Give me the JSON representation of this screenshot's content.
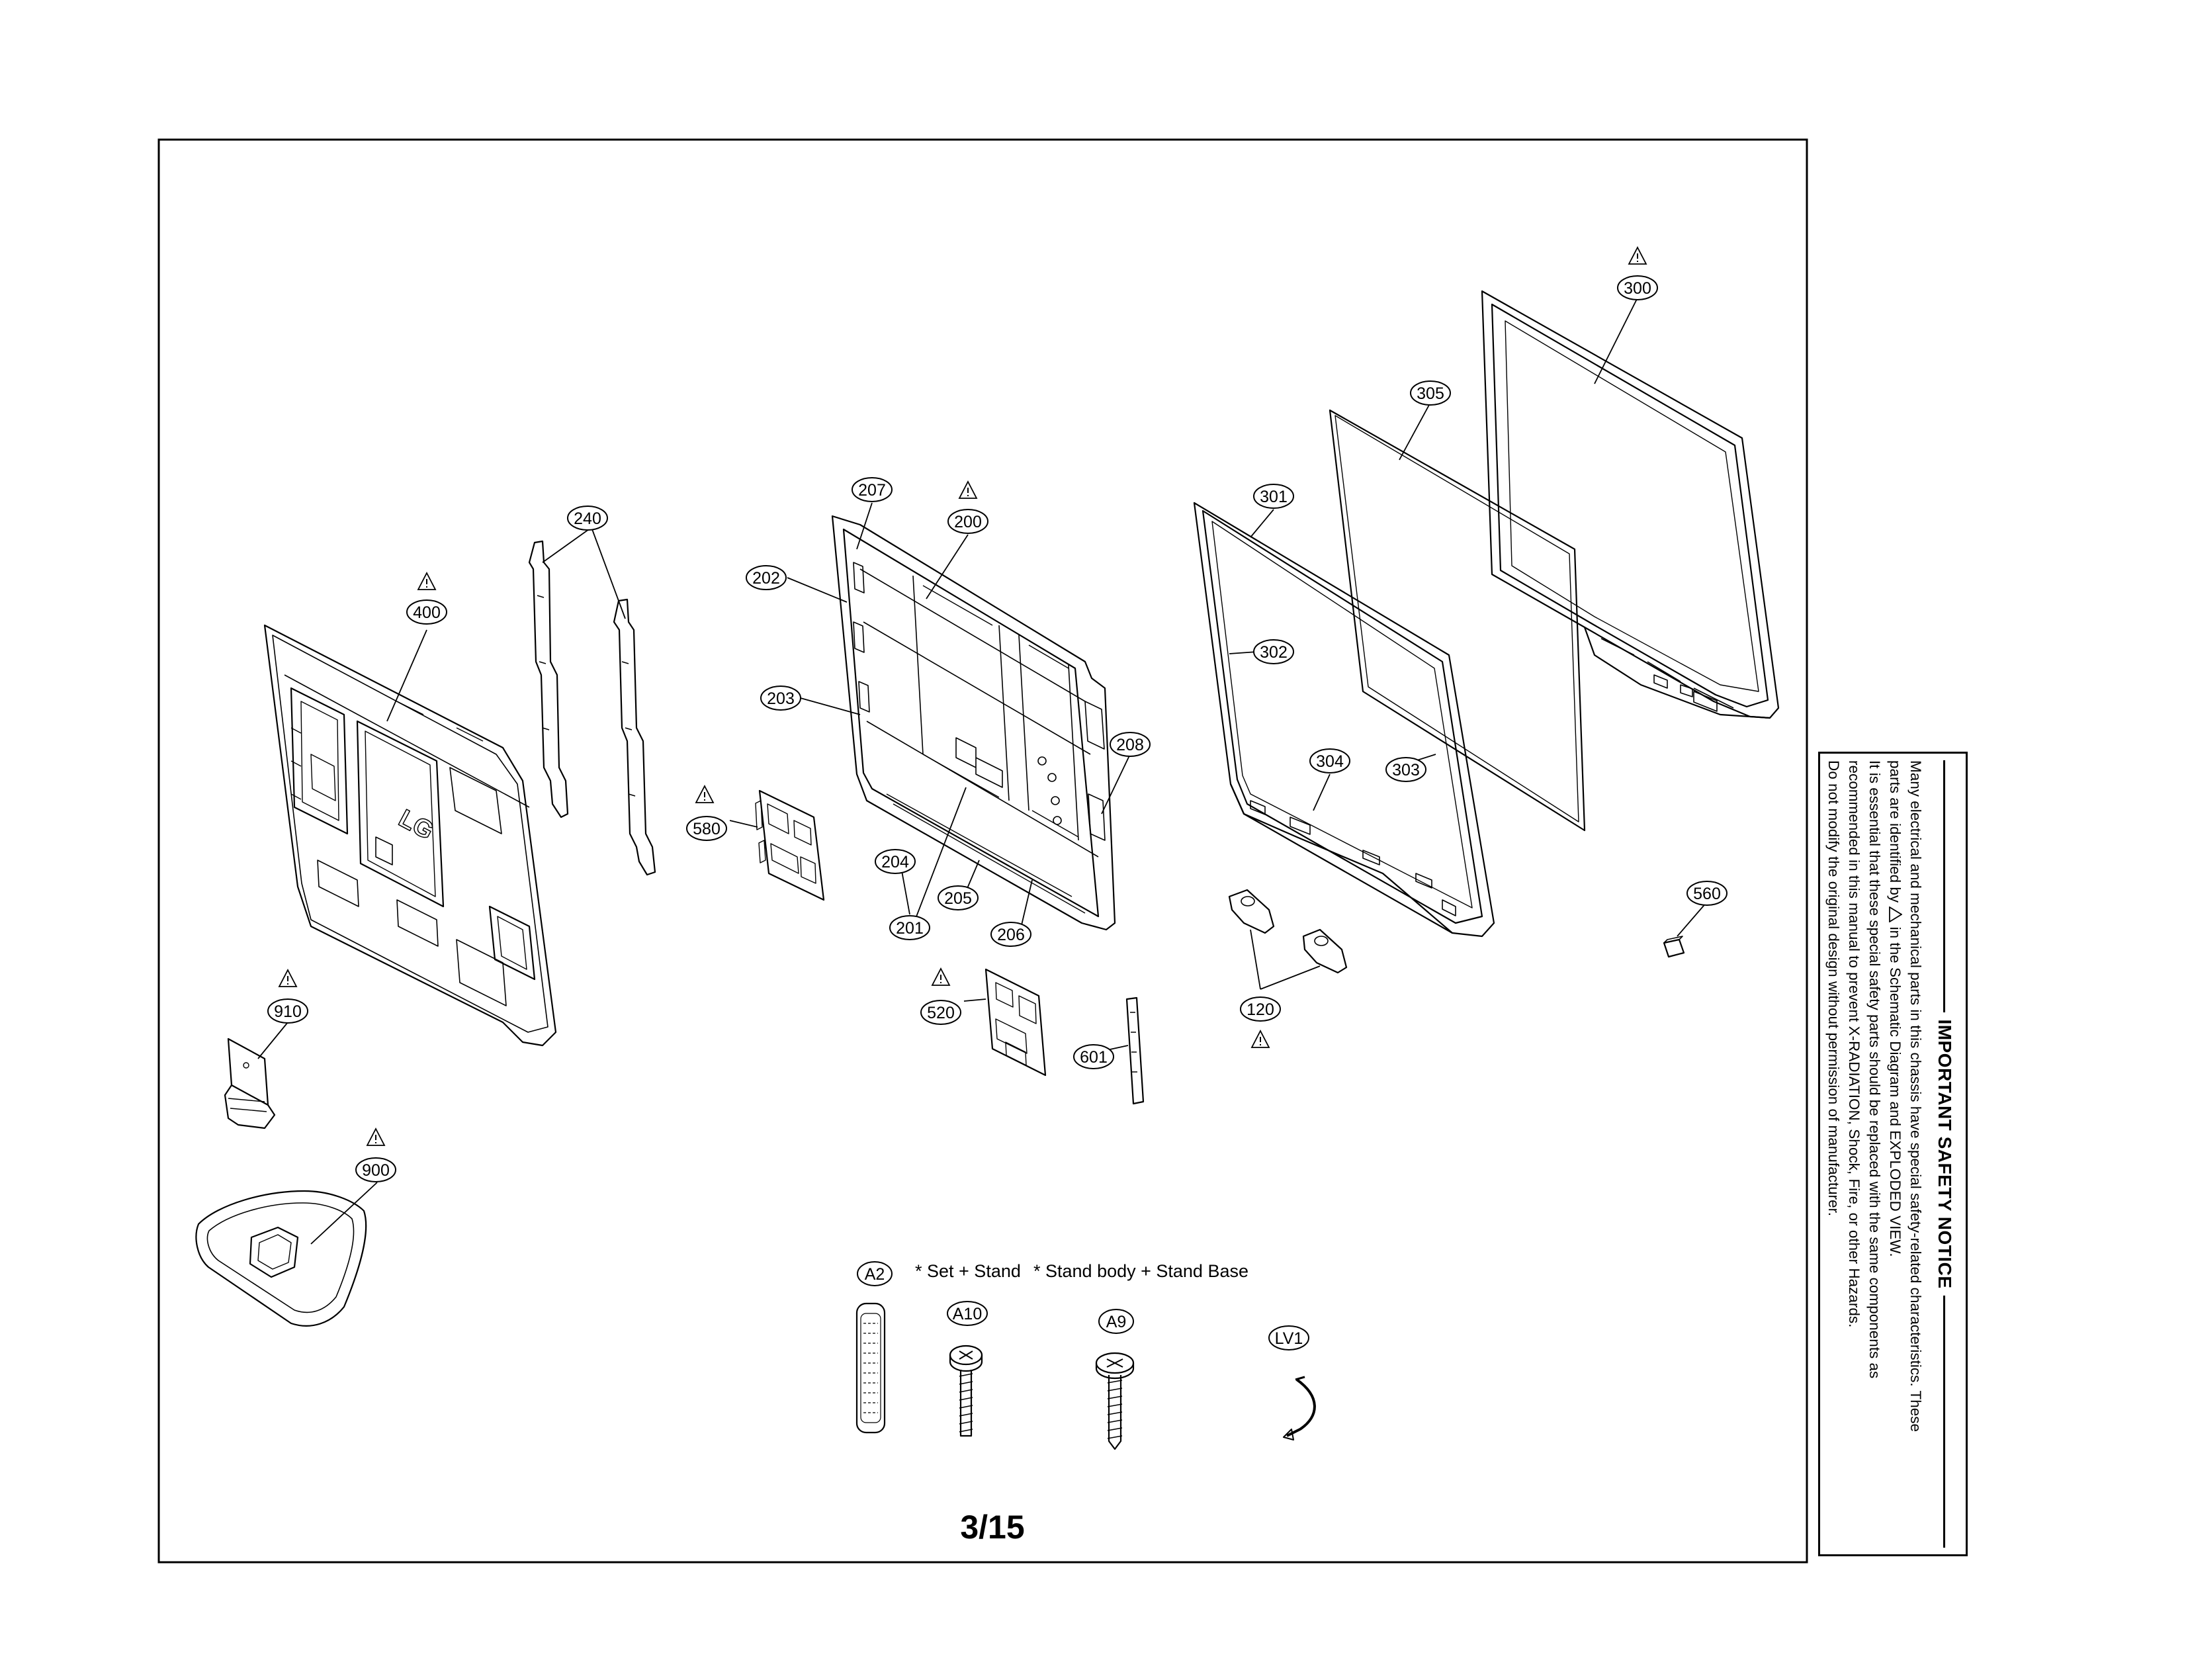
{
  "page": {
    "page_number": "3/15"
  },
  "parts": [
    {
      "id": "300",
      "warn": true
    },
    {
      "id": "305",
      "warn": false
    },
    {
      "id": "301",
      "warn": false
    },
    {
      "id": "302",
      "warn": false
    },
    {
      "id": "303",
      "warn": false
    },
    {
      "id": "304",
      "warn": false
    },
    {
      "id": "200",
      "warn": true
    },
    {
      "id": "201",
      "warn": false
    },
    {
      "id": "202",
      "warn": false
    },
    {
      "id": "203",
      "warn": false
    },
    {
      "id": "204",
      "warn": false
    },
    {
      "id": "205",
      "warn": false
    },
    {
      "id": "206",
      "warn": false
    },
    {
      "id": "207",
      "warn": false
    },
    {
      "id": "208",
      "warn": false
    },
    {
      "id": "240",
      "warn": false
    },
    {
      "id": "400",
      "warn": true
    },
    {
      "id": "580",
      "warn": true
    },
    {
      "id": "520",
      "warn": true
    },
    {
      "id": "601",
      "warn": false
    },
    {
      "id": "120",
      "warn": true
    },
    {
      "id": "560",
      "warn": false
    },
    {
      "id": "910",
      "warn": true
    },
    {
      "id": "900",
      "warn": true
    },
    {
      "id": "A2",
      "warn": false
    },
    {
      "id": "A10",
      "warn": false
    },
    {
      "id": "A9",
      "warn": false
    },
    {
      "id": "LV1",
      "warn": false
    }
  ],
  "logo_text": "LG",
  "screw_notes": {
    "set_stand": "* Set + Stand",
    "stand_body_base": "* Stand body + Stand Base"
  },
  "safety_notice": {
    "title": "IMPORTANT SAFETY NOTICE",
    "line_1": "Many electrical and mechanical parts in this chassis have special safety-related characteristics. These",
    "line_2a": "parts are identified by",
    "line_2b": "in the Schematic Diagram and EXPLODED VIEW.",
    "line_3": "It is essential that these special safety parts should be replaced with the same components as",
    "line_4": "recommended in this manual to prevent X-RADIATION, Shock, Fire, or other Hazards.",
    "line_5": "Do not modify the original design without permission of manufacturer."
  }
}
